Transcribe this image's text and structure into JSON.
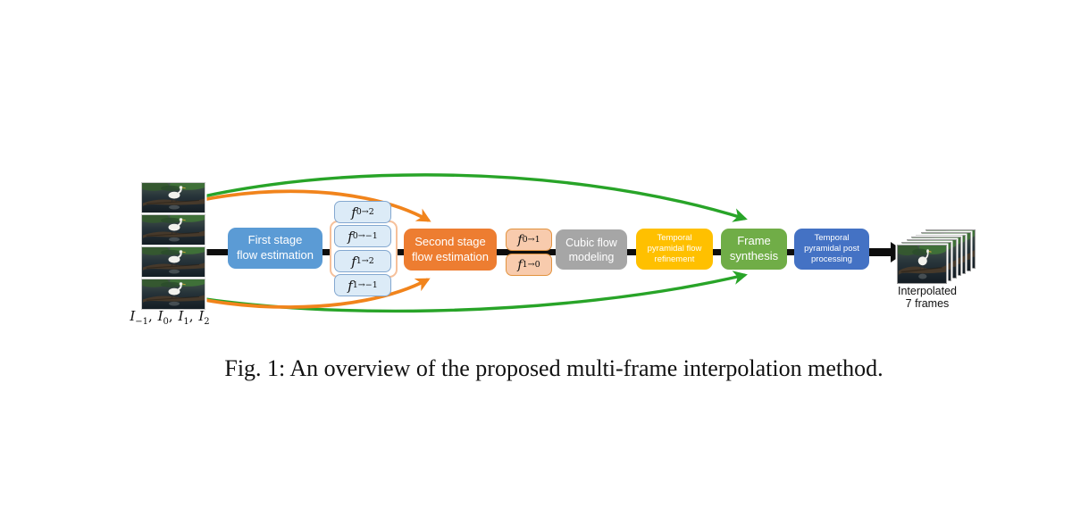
{
  "figure": {
    "caption": "Fig. 1: An overview of the proposed multi-frame interpolation method.",
    "input": {
      "label": [
        {
          "base": "I",
          "sub": "−1"
        },
        {
          "base": "I",
          "sub": "0"
        },
        {
          "base": "I",
          "sub": "1"
        },
        {
          "base": "I",
          "sub": "2"
        }
      ],
      "separator": ", "
    },
    "flows_first_stage": [
      {
        "base": "f",
        "sub": "0→2"
      },
      {
        "base": "f",
        "sub": "0→−1"
      },
      {
        "base": "f",
        "sub": "1→2"
      },
      {
        "base": "f",
        "sub": "1→−1"
      }
    ],
    "flows_second_stage": [
      {
        "base": "f",
        "sub": "0→1"
      },
      {
        "base": "f",
        "sub": "1→0"
      }
    ],
    "boxes": {
      "first_stage": {
        "line1": "First stage",
        "line2": "flow estimation",
        "color": "#5b9bd5"
      },
      "second_stage": {
        "line1": "Second stage",
        "line2": "flow estimation",
        "color": "#ed7d31"
      },
      "cubic_flow": {
        "line1": "Cubic flow",
        "line2": "modeling",
        "color": "#a6a6a6"
      },
      "flow_refinement": {
        "line1": "Temporal",
        "line2": "pyramidal flow",
        "line3": "refinement",
        "color": "#ffc000"
      },
      "frame_synthesis": {
        "line1": "Frame",
        "line2": "synthesis",
        "color": "#70ad47"
      },
      "post_processing": {
        "line1": "Temporal",
        "line2": "pyramidal post",
        "line3": "processing",
        "color": "#4472c4"
      }
    },
    "output": {
      "label_line1": "Interpolated",
      "label_line2": "7 frames"
    },
    "colors": {
      "arrow_green": "#28a428",
      "arrow_orange": "#f1841c",
      "flow_box_fill": "#dcebf7",
      "flow_box_border": "#84a8d0",
      "flow2_box_fill": "#f8cbad",
      "flow2_box_border": "#e2933f",
      "group_outline": "#f6c09a",
      "line_black": "#0d0d0d"
    }
  }
}
